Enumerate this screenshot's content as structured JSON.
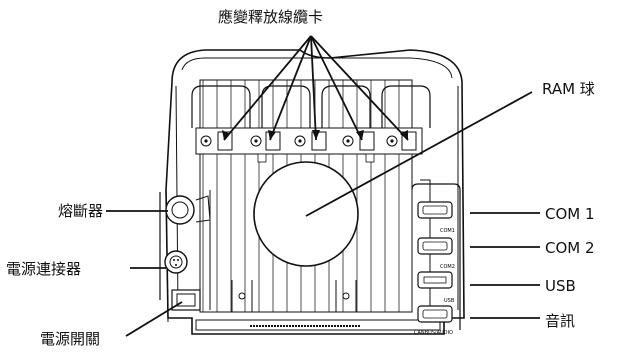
{
  "labels": {
    "strain_relief": "應變釋放線纜卡",
    "ram_ball": "RAM 球",
    "fuse": "熔斷器",
    "power_connector": "電源連接器",
    "power_switch": "電源開關",
    "com1": "COM 1",
    "com2": "COM 2",
    "usb": "USB",
    "audio": "音訊"
  },
  "port_captions": {
    "com1": "COM1",
    "com2": "COM2",
    "usb": "USB",
    "audio": "CANBUS/AUDIO"
  },
  "colors": {
    "line": "#111111",
    "body": "#ffffff",
    "mount": "#ffffff"
  }
}
